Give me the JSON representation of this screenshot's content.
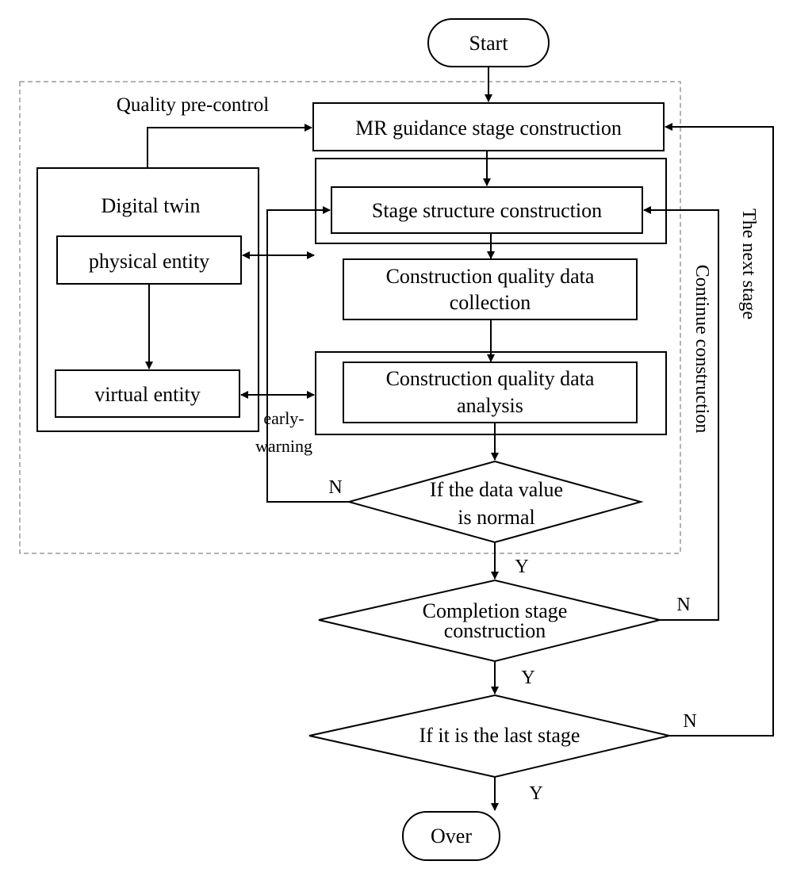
{
  "diagram": {
    "type": "flowchart",
    "group_label": "Quality pre-control",
    "nodes": {
      "start": "Start",
      "mr_guidance": "MR guidance stage construction",
      "stage_structure": "Stage structure construction",
      "data_collection_line1": "Construction quality data",
      "data_collection_line2": "collection",
      "data_analysis_line1": "Construction quality data",
      "data_analysis_line2": "analysis",
      "digital_twin": "Digital twin",
      "physical_entity": "physical entity",
      "virtual_entity": "virtual entity",
      "decision_normal_line1": "If the data value",
      "decision_normal_line2": "is normal",
      "decision_completion_line1": "Completion stage",
      "decision_completion_line2": "construction",
      "decision_last": "If it is the last stage",
      "over": "Over"
    },
    "edge_labels": {
      "early_warning_line1": "early-",
      "early_warning_line2": "warning",
      "n_normal": "N",
      "y_normal": "Y",
      "n_completion": "N",
      "y_completion": "Y",
      "n_last": "N",
      "y_last": "Y",
      "continue_construction": "Continue construction",
      "next_stage": "The next stage"
    }
  }
}
